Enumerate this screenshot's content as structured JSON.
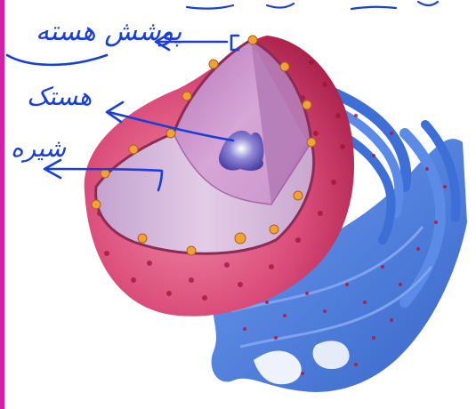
{
  "annotations": {
    "nuclear_envelope": "پوشش هسته",
    "nucleolus": "هستک",
    "nucleoplasm": "شیره"
  },
  "colors": {
    "ink": "#1a3fd6",
    "left_margin_bar": "#d61fa8",
    "envelope": "#d94a78",
    "nucleoplasm": "#c88fc8",
    "nucleolus": "#5d53b8",
    "er": "#4a7ee0"
  }
}
